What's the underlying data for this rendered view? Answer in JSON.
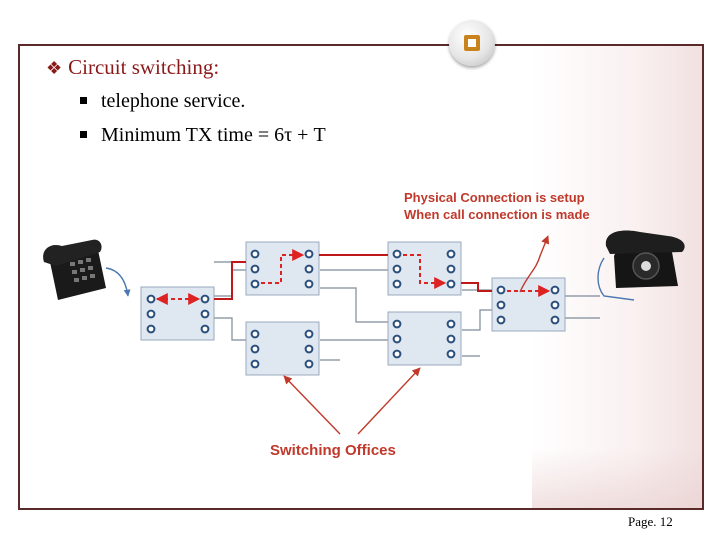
{
  "slide": {
    "heading": "Circuit switching:",
    "heading_colon": "",
    "bullets": [
      "telephone service.",
      "Minimum TX time = 6τ + T"
    ],
    "page": "Page. 12"
  },
  "diagram": {
    "callout_top_line1": "Physical Connection is setup",
    "callout_top_line2": "When call connection is made",
    "callout_bottom": "Switching Offices"
  },
  "colors": {
    "accent": "#8a1a1a",
    "callout": "#c0392b",
    "callout_top": "#c0392b",
    "path": "#d22",
    "box_fill": "#dfe7f1",
    "box_border": "#9aa9bd"
  },
  "icons": [
    "diamond-bullet-icon",
    "square-bullet-icon",
    "telephone-icon",
    "switch-node-icon",
    "logo-emblem-icon"
  ]
}
